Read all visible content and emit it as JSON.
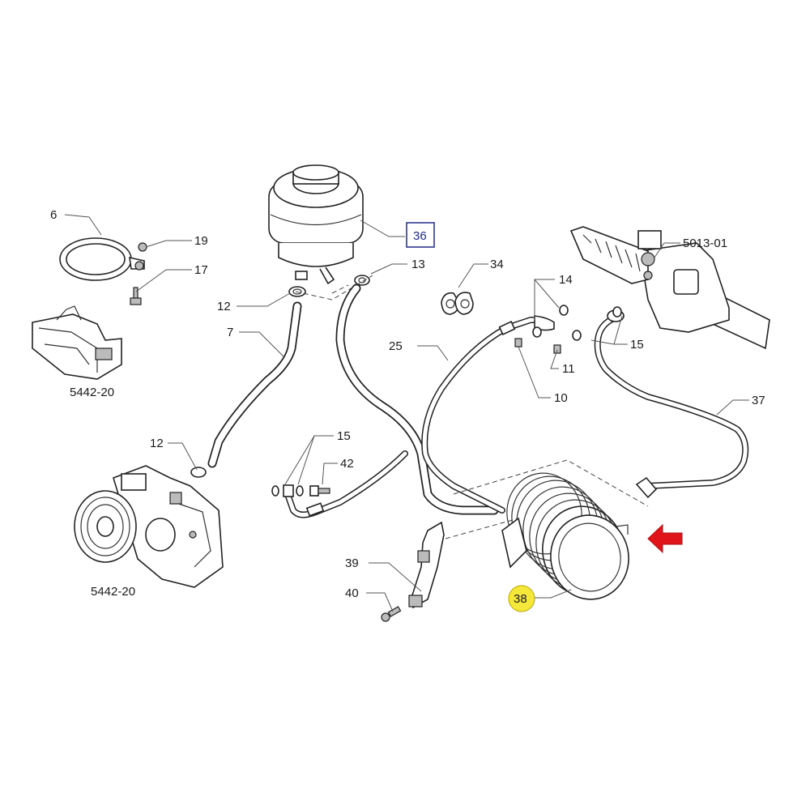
{
  "labels": {
    "l6": "6",
    "l19": "19",
    "l17": "17",
    "l5442a": "5442-20",
    "l36": "36",
    "l13": "13",
    "l34": "34",
    "l5013": "5013-01",
    "l12a": "12",
    "l7": "7",
    "l14": "14",
    "l25": "25",
    "l15a": "15",
    "l11": "11",
    "l10": "10",
    "l37": "37",
    "l12b": "12",
    "l15b": "15",
    "l42": "42",
    "l5442b": "5442-20",
    "l39": "39",
    "l40": "40",
    "l38": "38"
  },
  "colors": {
    "highlight_box_border": "#1f2a8a",
    "highlight_circle_fill": "#f5e83a",
    "arrow_red": "#e0141b"
  }
}
